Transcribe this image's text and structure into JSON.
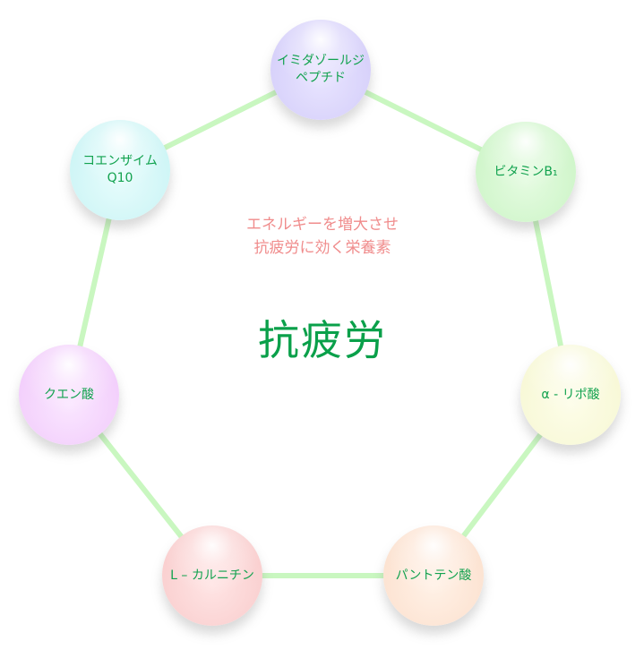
{
  "center": {
    "title": "抗疲労",
    "subtitle_line1": "エネルギーを増大させ",
    "subtitle_line2": "抗疲労に効く栄養素"
  },
  "nodes": [
    {
      "label": "イミダゾールジ\nペプチド",
      "color": "#cfc8f8"
    },
    {
      "label": "ビタミンB₁",
      "color": "#c6f3c0"
    },
    {
      "label": "α - リポ酸",
      "color": "#f5f6cf"
    },
    {
      "label": "パントテン酸",
      "color": "#fbdcc8"
    },
    {
      "label": "L – カルニチン",
      "color": "#f7c6c6"
    },
    {
      "label": "クエン酸",
      "color": "#efc4fa"
    },
    {
      "label": "コエンザイム\nQ10",
      "color": "#c3f2f3"
    }
  ],
  "colors": {
    "connector": "#c9f7c0",
    "title": "#0aa04a",
    "subtitle": "#f08c8c",
    "node_label": "#11a24e"
  }
}
